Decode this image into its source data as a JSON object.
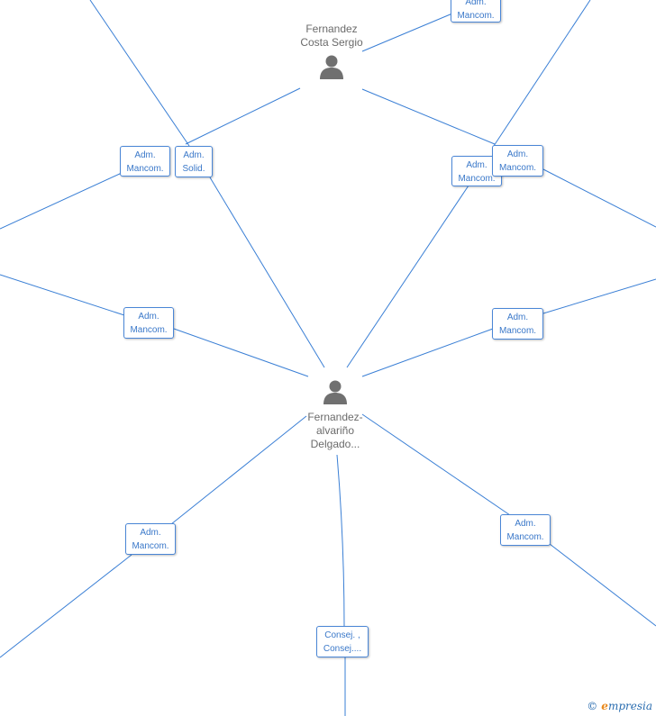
{
  "people": [
    {
      "id": "p1",
      "name_lines": [
        "Fernandez",
        "Costa Sergio"
      ]
    },
    {
      "id": "p2",
      "name_lines": [
        "Fernandez-",
        "alvariño",
        "Delgado..."
      ]
    }
  ],
  "roles": [
    {
      "id": "r_top_right",
      "lines": [
        "Adm.",
        "Mancom."
      ]
    },
    {
      "id": "r_left_mancom",
      "lines": [
        "Adm.",
        "Mancom."
      ]
    },
    {
      "id": "r_left_solid",
      "lines": [
        "Adm.",
        "Solid."
      ]
    },
    {
      "id": "r_right_a",
      "lines": [
        "Adm.",
        "Mancom."
      ]
    },
    {
      "id": "r_right_b",
      "lines": [
        "Adm.",
        "Mancom."
      ]
    },
    {
      "id": "r_mid_left",
      "lines": [
        "Adm.",
        "Mancom."
      ]
    },
    {
      "id": "r_mid_right",
      "lines": [
        "Adm.",
        "Mancom."
      ]
    },
    {
      "id": "r_low_left",
      "lines": [
        "Adm.",
        "Mancom."
      ]
    },
    {
      "id": "r_low_right",
      "lines": [
        "Adm.",
        "Mancom."
      ]
    },
    {
      "id": "r_bottom",
      "lines": [
        "Consej. ,",
        "Consej...."
      ]
    }
  ],
  "colors": {
    "edge": "#3a7fd5",
    "role_text": "#3a78c9",
    "person": "#6b6b6b",
    "brand_accent": "#e8891c"
  },
  "brand": {
    "copyright": "©",
    "initial": "e",
    "rest": "mpresia"
  }
}
